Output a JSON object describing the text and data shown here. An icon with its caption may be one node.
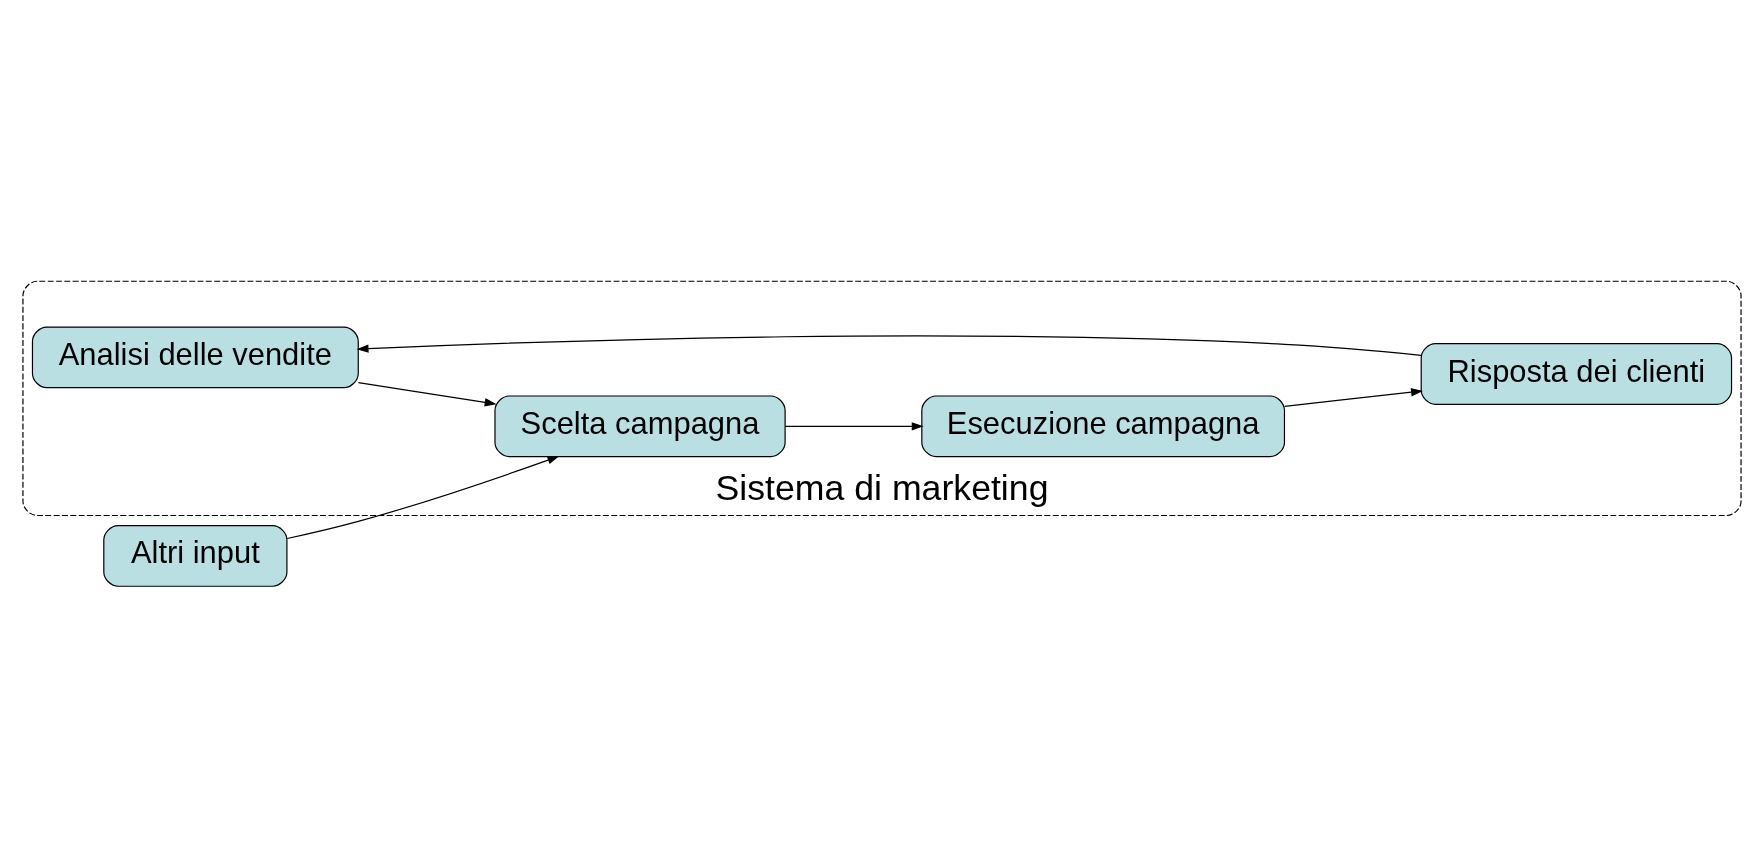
{
  "diagram": {
    "nodes": [
      {
        "text": [
          "Sistema di marketing"
        ]
      },
      {
        "text": [
          "Analisi delle vendite"
        ],
        "in": 0
      },
      {
        "text": [
          "Risposta dei clienti"
        ],
        "in": 0
      },
      {
        "text": [
          "Altri input"
        ]
      },
      {
        "text": [
          "Scelta campagna"
        ],
        "in": 0
      },
      {
        "text": [
          "Esecuzione campagna"
        ],
        "in": 0
      }
    ],
    "edges": [
      {
        "from": 2,
        "to": 1,
        "arrow": "to"
      },
      {
        "from": 1,
        "to": 4,
        "arrow": "to"
      },
      {
        "from": 3,
        "to": 4,
        "arrow": "to"
      },
      {
        "from": 4,
        "to": 5,
        "arrow": "to"
      },
      {
        "from": 5,
        "to": 2,
        "arrow": "to"
      }
    ]
  }
}
